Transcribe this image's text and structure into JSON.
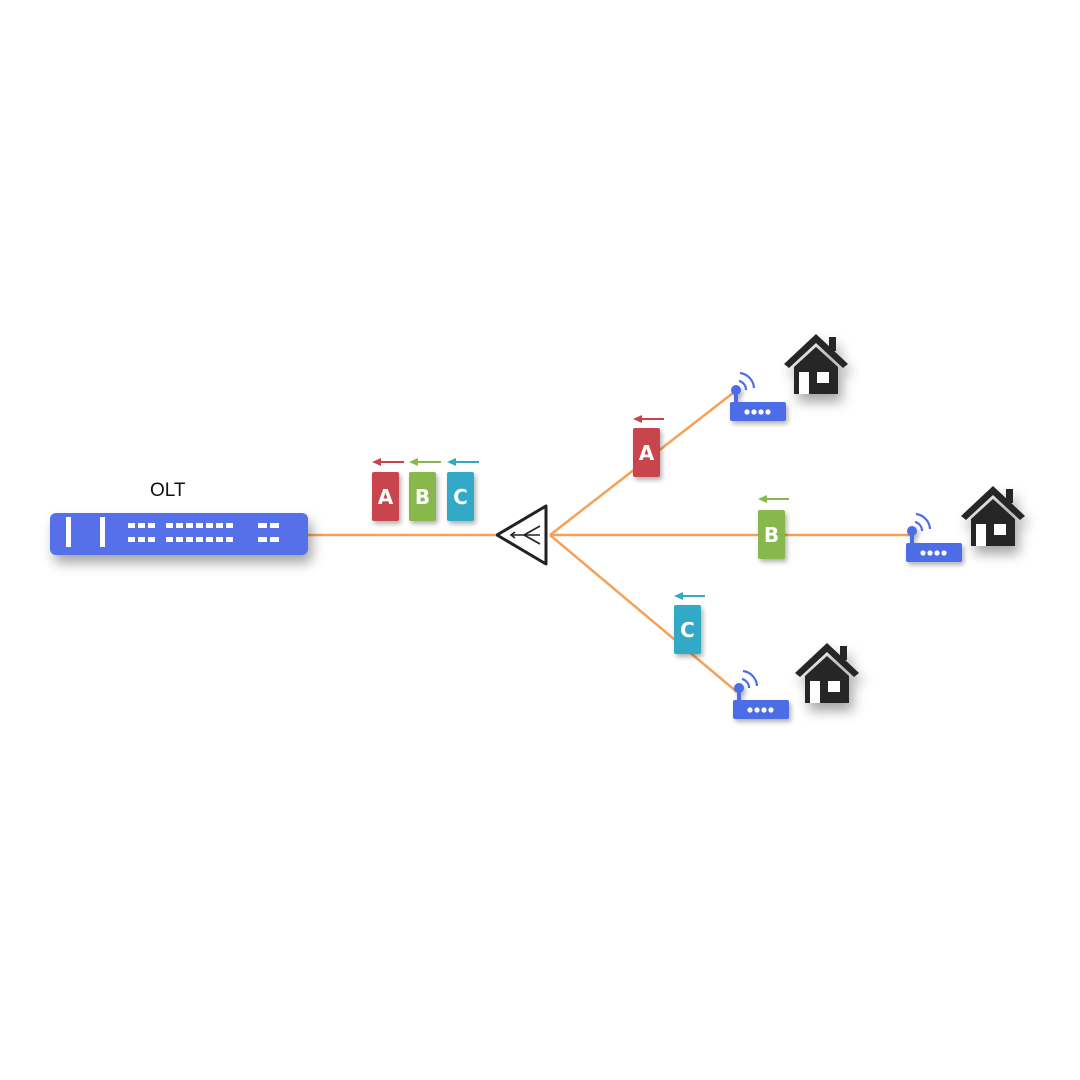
{
  "olt": {
    "label": "OLT",
    "color": "#5470e8"
  },
  "fiber_color": "#f5a258",
  "packets": {
    "a": {
      "label": "A",
      "color": "#c9444d"
    },
    "b": {
      "label": "B",
      "color": "#88b84c"
    },
    "c": {
      "label": "C",
      "color": "#33a9c6"
    }
  },
  "splitter": {
    "icon": "splitter-triangle-icon"
  },
  "onts": [
    {
      "icon": "router-icon",
      "home_icon": "house-icon",
      "packet": "a"
    },
    {
      "icon": "router-icon",
      "home_icon": "house-icon",
      "packet": "b"
    },
    {
      "icon": "router-icon",
      "home_icon": "house-icon",
      "packet": "c"
    }
  ],
  "colors": {
    "router": "#4d6de6",
    "house": "#262626"
  }
}
